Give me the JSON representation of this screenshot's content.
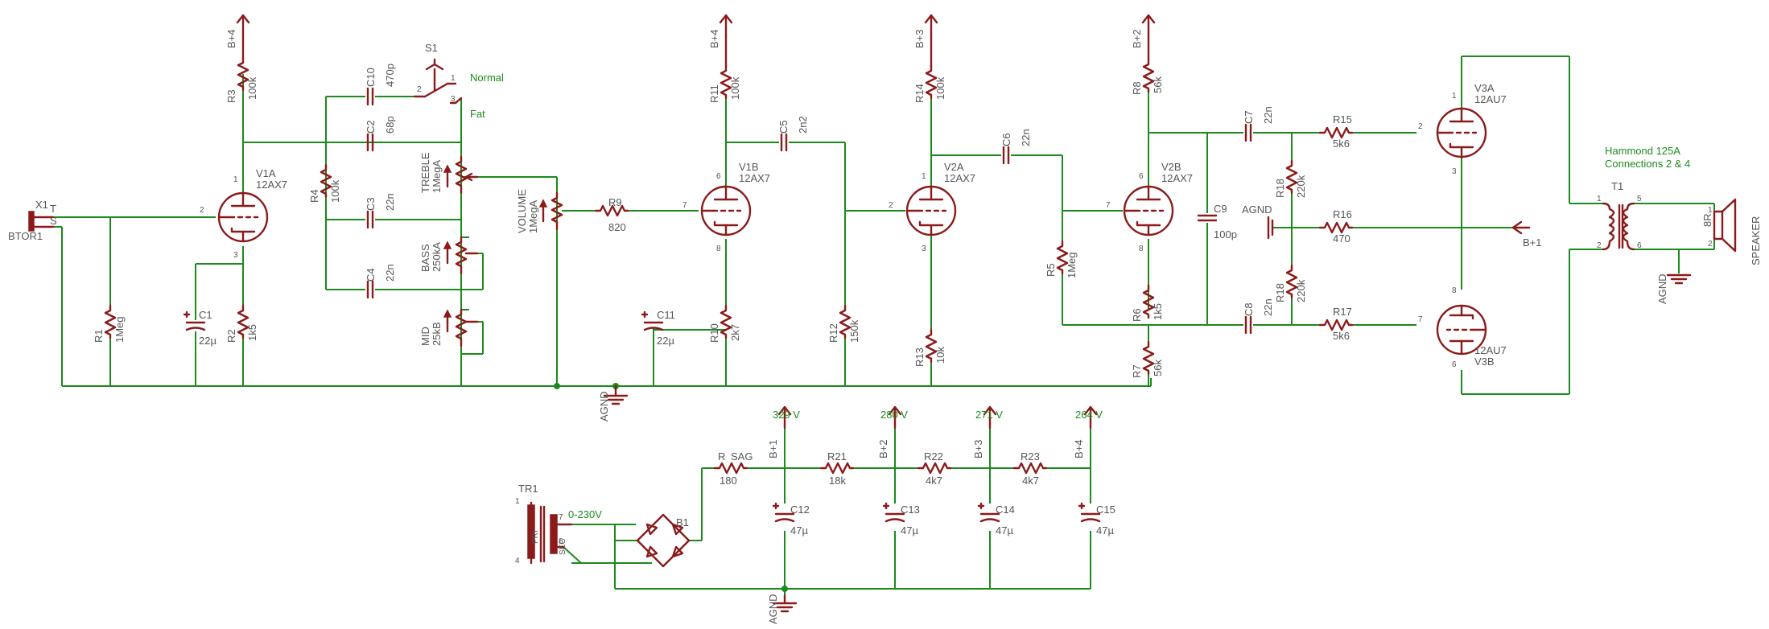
{
  "labels": {
    "x1": "X1",
    "x1_t": "T",
    "x1_s": "S",
    "btor": "BTOR1",
    "v1a": "V1A",
    "v1a_t": "12AX7",
    "v1b": "V1B",
    "v1b_t": "12AX7",
    "v2a": "V2A",
    "v2a_t": "12AX7",
    "v2b": "V2B",
    "v2b_t": "12AX7",
    "v3a": "V3A",
    "v3a_t": "12AU7",
    "v3b": "V3B",
    "v3b_t": "12AU7",
    "r1": "R1",
    "r1v": "1Meg",
    "r2": "R2",
    "r2v": "1k5",
    "r3": "R3",
    "r3v": "100k",
    "r4": "R4",
    "r4v": "100k",
    "r5": "R5",
    "r5v": "1Meg",
    "r6": "R6",
    "r6v": "1k5",
    "r7": "R7",
    "r7v": "56k",
    "r8": "R8",
    "r8v": "56k",
    "r9": "R9",
    "r9v": "820",
    "r10": "R10",
    "r10v": "2k7",
    "r11": "R11",
    "r11v": "100k",
    "r12": "R12",
    "r12v": "150k",
    "r13": "R13",
    "r13v": "10k",
    "r14": "R14",
    "r14v": "100k",
    "r15": "R15",
    "r15v": "5k6",
    "r16": "R16",
    "r16v": "470",
    "r17": "R17",
    "r17v": "5k6",
    "r18a": "R18",
    "r18av": "220k",
    "r18b": "R18",
    "r18bv": "220k",
    "rsag": "R",
    "rsag2": "SAG",
    "rsagv": "180",
    "r21": "R21",
    "r21v": "18k",
    "r22": "R22",
    "r22v": "4k7",
    "r23": "R23",
    "r23v": "4k7",
    "c1": "C1",
    "c1v": "22µ",
    "c2": "C2",
    "c2v": "68p",
    "c3": "C3",
    "c3v": "22n",
    "c4": "C4",
    "c4v": "22n",
    "c5": "C5",
    "c5v": "2n2",
    "c6": "C6",
    "c6v": "22n",
    "c7": "C7",
    "c7v": "22n",
    "c8": "C8",
    "c8v": "22n",
    "c9": "C9",
    "c9v": "100p",
    "c10": "C10",
    "c10v": "470p",
    "c11": "C11",
    "c11v": "22µ",
    "c12": "C12",
    "c12v": "47µ",
    "c13": "C13",
    "c13v": "47µ",
    "c14": "C14",
    "c14v": "47µ",
    "c15": "C15",
    "c15v": "47µ",
    "treble": "TREBLE",
    "treblev": "1MegA",
    "bass": "BASS",
    "bassv": "250kA",
    "mid": "MID",
    "midv": "25kB",
    "volume": "VOLUME",
    "volumev": "1MegA",
    "s1": "S1",
    "s1_2": "2",
    "s1_1": "1",
    "s1_3": "3",
    "normal": "Normal",
    "fat": "Fat",
    "b4a": "B+4",
    "b4b": "B+4",
    "b4c": "B+4",
    "b3a": "B+3",
    "b3b": "B+3",
    "b2a": "B+2",
    "b2b": "B+2",
    "b1a": "B+1",
    "b1b": "B+1",
    "agnd1": "AGND",
    "agnd2": "AGND",
    "agnd3": "AGND",
    "agnd4": "AGND",
    "v329": "329 V",
    "v280": "280 V",
    "v271": "271 V",
    "v264": "264 V",
    "tr1": "TR1",
    "tr1_1": "1",
    "tr1_4": "4",
    "tr1_7": "7",
    "tr1_8": "8",
    "pri": "PRI",
    "sec": "SEC",
    "sec_v": "0-230V",
    "b1": "B1",
    "t1": "T1",
    "t1_1": "1",
    "t1_2": "2",
    "t1_5": "5",
    "t1_6": "6",
    "hammond1": "Hammond 125A",
    "hammond2": "Connections 2 & 4",
    "speaker": "SPEAKER",
    "spk_8r": "8R",
    "spk_1": "1",
    "spk_2": "2",
    "pin_v1a_1": "1",
    "pin_v1a_2": "2",
    "pin_v1a_3": "3",
    "pin_v1b_6": "6",
    "pin_v1b_7": "7",
    "pin_v1b_8": "8",
    "pin_v2a_1": "1",
    "pin_v2a_2": "2",
    "pin_v2a_3": "3",
    "pin_v2b_6": "6",
    "pin_v2b_7": "7",
    "pin_v2b_8": "8",
    "pin_v3a_1": "1",
    "pin_v3a_2": "2",
    "pin_v3a_3": "3",
    "pin_v3b_6": "6",
    "pin_v3b_7": "7",
    "pin_v3b_8": "8"
  }
}
